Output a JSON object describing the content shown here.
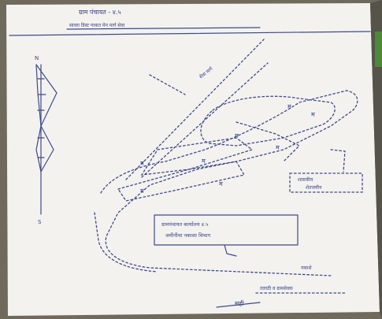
{
  "header": {
    "line1": "ग्राम पंचायत - ४.५",
    "line2": "सावरा डिस्ट गावात मेन मार्ग सेवा"
  },
  "road_label": "सेवा मार्ग",
  "fields": {
    "mark": "म",
    "center": "म"
  },
  "box_right": {
    "line1": "शासकीय",
    "line2": "शेतजमीन"
  },
  "box_center": {
    "line1": "ग्रामपंचायत कार्यालय ४.५",
    "line2": "जमीनीचा नकाशा विभाग"
  },
  "bottom_note": {
    "line1": "नकाशे",
    "line2": "तलाठी व ग्रामसेवक"
  },
  "compass": {
    "north": "N",
    "south": "S"
  },
  "signature": "सही"
}
